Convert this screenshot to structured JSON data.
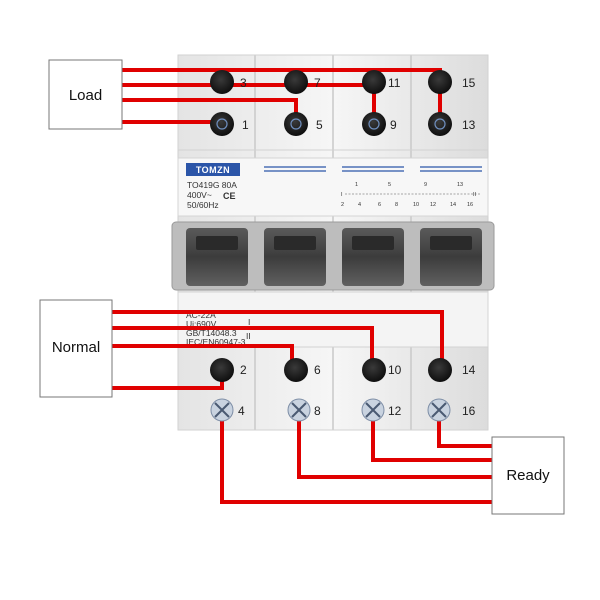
{
  "boxes": {
    "load": "Load",
    "normal": "Normal",
    "ready": "Ready"
  },
  "terminals_top": {
    "row1": [
      "3",
      "7",
      "11",
      "15"
    ],
    "row2": [
      "1",
      "5",
      "9",
      "13"
    ]
  },
  "terminals_bottom": {
    "row1": [
      "2",
      "6",
      "10",
      "14"
    ],
    "row2": [
      "4",
      "8",
      "12",
      "16"
    ]
  },
  "label_plate": {
    "brand": "TOMZN",
    "model": "TO419G 80A",
    "voltage": "400V~",
    "frequency": "50/60Hz",
    "ce_mark": "CE"
  },
  "schematic": {
    "pos_1": "I",
    "pos_2": "II",
    "contacts": [
      "2",
      "4",
      "6",
      "8",
      "10",
      "12",
      "14",
      "16"
    ],
    "tops": [
      "1",
      "5",
      "9",
      "13"
    ]
  },
  "spec_plate": {
    "utilization": "AC-22A",
    "ui": "Ui:690V",
    "standard_1": "GB/T14048.3",
    "standard_2": "IEC/EN60947-3",
    "mark_1": "I",
    "mark_2": "II"
  },
  "colors": {
    "wire": "#e00000",
    "body": "#ececec",
    "accent": "#2b55a8"
  }
}
